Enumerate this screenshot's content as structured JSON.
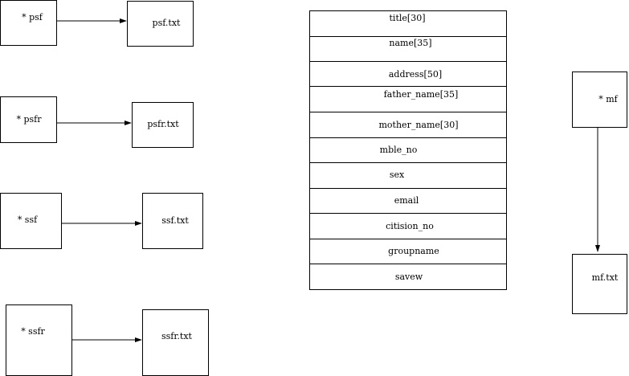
{
  "pointers": [
    {
      "pointer": "* psf",
      "file": "psf.txt"
    },
    {
      "pointer": "* psfr",
      "file": "psfr.txt"
    },
    {
      "pointer": "* ssf",
      "file": "ssf.txt"
    },
    {
      "pointer": "* ssfr",
      "file": "ssfr.txt"
    }
  ],
  "record_fields": [
    "title[30]",
    "name[35]",
    "address[50]",
    "father_name[35]",
    "mother_name[30]",
    "mble_no",
    "sex",
    "email",
    "citision_no",
    "groupname",
    "savew"
  ],
  "mf": {
    "pointer": "* mf",
    "file": "mf.txt"
  }
}
